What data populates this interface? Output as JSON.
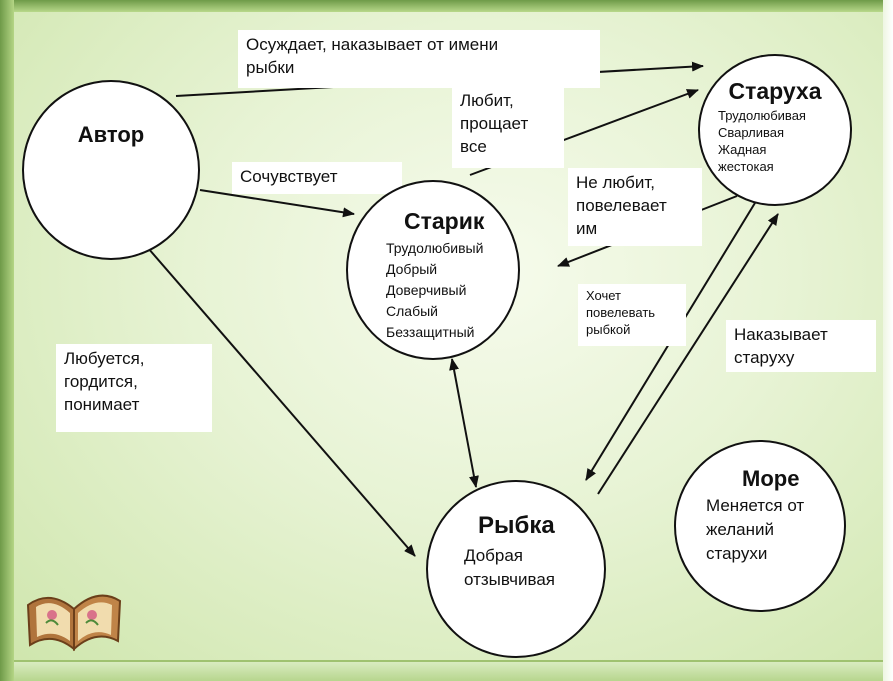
{
  "nodes": {
    "author": {
      "name": "Автор"
    },
    "old_woman": {
      "name": "Старуха",
      "traits": "Трудолюбивая\nСварливая\nЖадная\nжестокая"
    },
    "old_man": {
      "name": "Старик",
      "traits": "Трудолюбивый\nДобрый\nДоверчивый\nСлабый\nБеззащитный"
    },
    "fish": {
      "name": "Рыбка",
      "traits": "Добрая\nотзывчивая"
    },
    "sea": {
      "name": "Море",
      "traits": "Меняется от\nжеланий\nстарухи"
    }
  },
  "labels": {
    "author_to_old_woman": "Осуждает, наказывает от имени\nрыбки",
    "author_to_old_man": "Сочувствует",
    "author_to_fish": "Любуется,\nгордится,\nпонимает",
    "old_man_to_old_woman": "Любит,\nпрощает\nвсе",
    "old_woman_to_old_man": "Не любит,\nповелевает\nим",
    "old_woman_to_fish": "Хочет\nповелевать\nрыбкой",
    "fish_to_old_woman": "Наказывает\nстаруху"
  },
  "colors": {
    "background": "#e7f3d4",
    "frame_green": "#6e9a48",
    "node_fill": "#ffffff",
    "line": "#111111"
  }
}
